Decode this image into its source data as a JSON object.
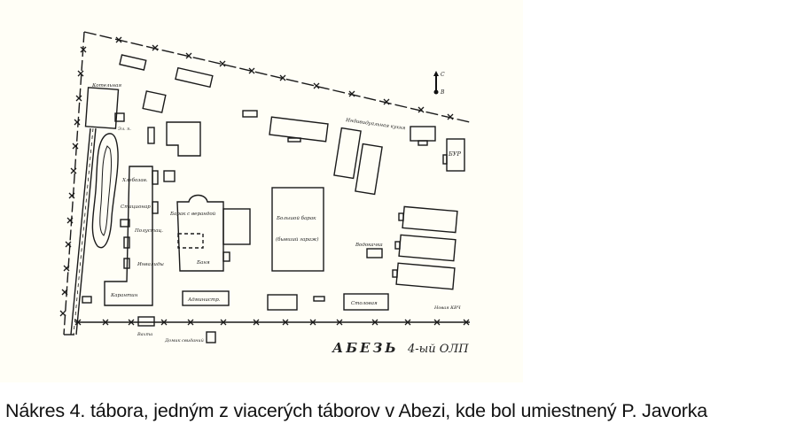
{
  "map": {
    "title_main": "АБЕЗЬ",
    "title_sub": "4-ый ОЛП",
    "compass": {
      "north": "С",
      "east": "В"
    },
    "labels": {
      "kotelnaya": "Котельная",
      "el_p": "Эл. п.",
      "individual_kitchen": "Индивидуальная кухня",
      "bur": "БУР",
      "khlebozav": "Хлебозав.",
      "stationar": "Стационар",
      "polustats": "Полустац.",
      "invalidy": "Инвалиды",
      "karantin": "Карантин",
      "barak_veranda": "Барак с верандой",
      "banya": "Баня",
      "bolshoi_barak": "Большой барак",
      "byvshii_garazh": "(бывший гараж)",
      "vodokachka": "Водокачка",
      "administr": "Администр.",
      "stolovaya": "Столовая",
      "novaya_kvch": "Новая КВЧ",
      "vakhta": "Вахта",
      "dom_svidanii": "Домик свиданий"
    }
  },
  "caption": "Nákres 4. tábora, jedným z viacerých táborov v Abezi, kde bol umiestnený P. Javorka"
}
